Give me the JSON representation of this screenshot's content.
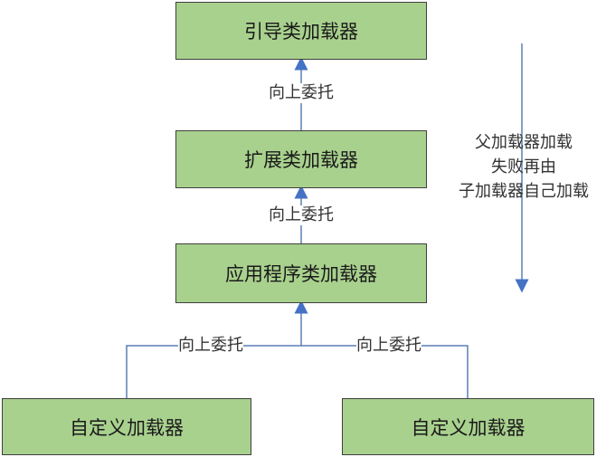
{
  "nodes": {
    "bootstrap": "引导类加载器",
    "extension": "扩展类加载器",
    "application": "应用程序类加载器",
    "custom_left": "自定义加载器",
    "custom_right": "自定义加载器"
  },
  "edge_labels": {
    "ext_to_boot": "向上委托",
    "app_to_ext": "向上委托",
    "left_to_app": "向上委托",
    "right_to_app": "向上委托"
  },
  "side_note": {
    "lines": [
      "父加载器加载",
      "失败再由",
      "子加载器自己加载"
    ]
  },
  "colors": {
    "box_fill": "#a9d18e",
    "box_border": "#3f3f3f",
    "connector": "#5b7fb5",
    "text": "#1a1a1a"
  }
}
